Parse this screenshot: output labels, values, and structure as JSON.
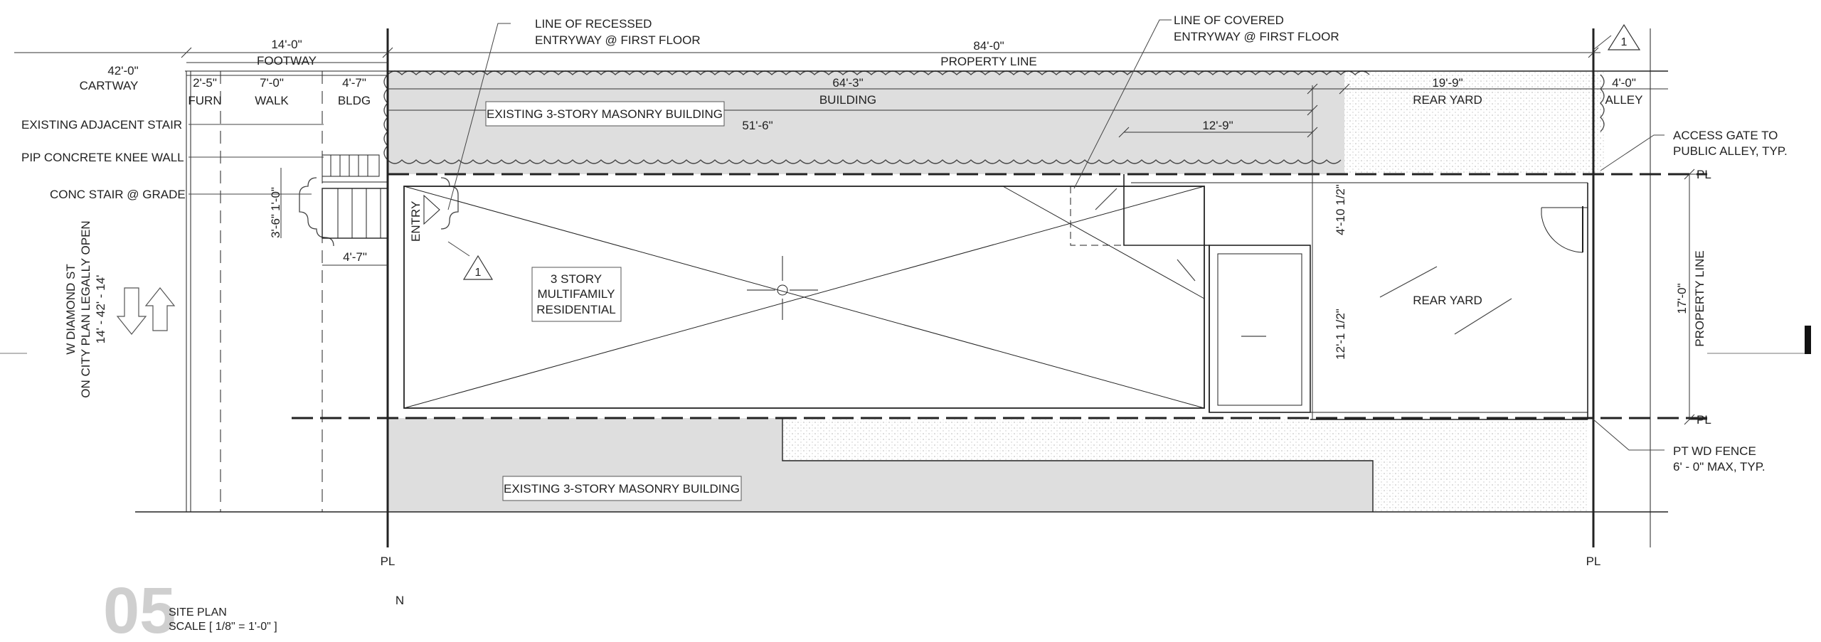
{
  "drawing": {
    "number": "05",
    "title": "SITE PLAN",
    "scale": "SCALE [ 1/8\" = 1'-0\" ]",
    "north": "N"
  },
  "street": {
    "name": "W DIAMOND ST",
    "status": "ON CITY PLAN LEGALLY OPEN",
    "width": "14' - 42' - 14'"
  },
  "dimensions": {
    "cartway": "42'-0\"",
    "cartway_label": "CARTWAY",
    "footway": "14'-0\"",
    "footway_label": "FOOTWAY",
    "furn": "2'-5\"",
    "furn_label": "FURN",
    "walk": "7'-0\"",
    "walk_label": "WALK",
    "bldg": "4'-7\"",
    "bldg_label": "BLDG",
    "property_line": "84'-0\"",
    "property_line_label": "PROPERTY LINE",
    "building": "64'-3\"",
    "building_label": "BUILDING",
    "rear_yard_top": "19'-9\"",
    "rear_yard_top_label": "REAR YARD",
    "alley": "4'-0\"",
    "alley_label": "ALLEY",
    "d_51_6": "51'-6\"",
    "d_12_9": "12'-9\"",
    "d_1_0": "1'-0\"",
    "d_3_6": "3'-6\"",
    "d_4_7_stair": "4'-7\"",
    "d_4_10": "4'-10 1/2\"",
    "d_12_1": "12'-1 1/2\"",
    "d_17_0": "17'-0\"",
    "property_line_vertical": "PROPERTY LINE"
  },
  "labels": {
    "existing_adjacent_stair": "EXISTING ADJACENT STAIR",
    "pip_knee_wall": "PIP CONCRETE KNEE WALL",
    "conc_stair": "CONC STAIR @ GRADE",
    "recessed_1": "LINE OF RECESSED",
    "recessed_2": "ENTRYWAY @ FIRST FLOOR",
    "covered_1": "LINE OF COVERED",
    "covered_2": "ENTRYWAY @ FIRST FLOOR",
    "existing_top": "EXISTING 3-STORY MASONRY BUILDING",
    "existing_bottom": "EXISTING 3-STORY MASONRY BUILDING",
    "entry": "ENTRY",
    "building_1": "3 STORY",
    "building_2": "MULTIFAMILY",
    "building_3": "RESIDENTIAL",
    "rear_yard": "REAR YARD",
    "access_gate_1": "ACCESS GATE TO",
    "access_gate_2": "PUBLIC ALLEY, TYP.",
    "fence_1": "PT WD FENCE",
    "fence_2": "6' - 0\" MAX, TYP.",
    "pl": "PL",
    "tag": "1"
  }
}
